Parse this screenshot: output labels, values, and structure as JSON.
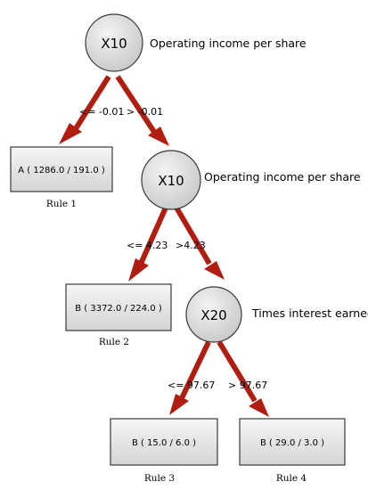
{
  "colors": {
    "edge": "#b01e12",
    "node_fill": "#d9d9d9",
    "leaf_fill": "#e8e8e8"
  },
  "nodes": [
    {
      "id": "n1",
      "label": "X10",
      "description": "Operating income per share"
    },
    {
      "id": "n2",
      "label": "X10",
      "description": "Operating income per share"
    },
    {
      "id": "n3",
      "label": "X20",
      "description": "Times interest earned"
    }
  ],
  "leaves": [
    {
      "id": "l1",
      "text": "A ( 1286.0 / 191.0 )",
      "rule": "Rule 1"
    },
    {
      "id": "l2",
      "text": "B ( 3372.0 / 224.0 )",
      "rule": "Rule 2"
    },
    {
      "id": "l3",
      "text": "B ( 15.0 / 6.0 )",
      "rule": "Rule 3"
    },
    {
      "id": "l4",
      "text": "B ( 29.0 / 3.0 )",
      "rule": "Rule 4"
    }
  ],
  "edges": [
    {
      "from": "n1",
      "to": "l1",
      "label": "<= -0.01"
    },
    {
      "from": "n1",
      "to": "n2",
      "label": "> -0.01"
    },
    {
      "from": "n2",
      "to": "l2",
      "label": "<= 4.23"
    },
    {
      "from": "n2",
      "to": "n3",
      "label": ">4.23"
    },
    {
      "from": "n3",
      "to": "l3",
      "label": "<= 97.67"
    },
    {
      "from": "n3",
      "to": "l4",
      "label": "> 97.67"
    }
  ]
}
